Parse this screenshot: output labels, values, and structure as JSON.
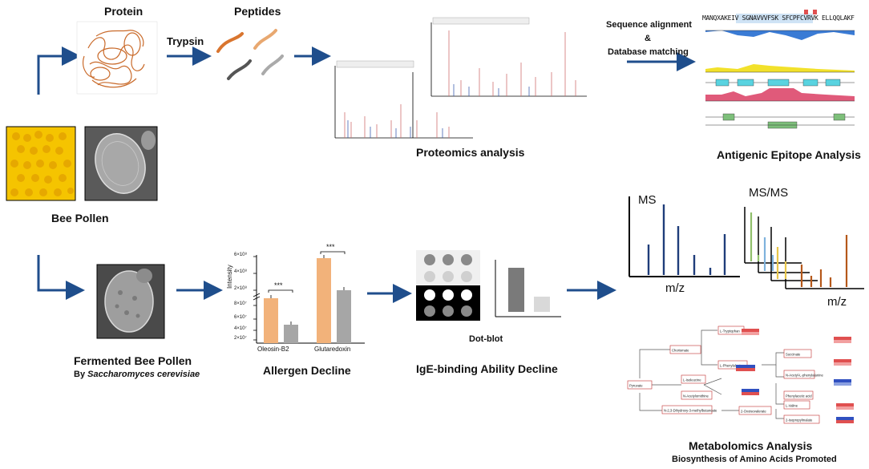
{
  "labels": {
    "protein": "Protein",
    "peptides": "Peptides",
    "trypsin": "Trypsin",
    "proteomics": "Proteomics analysis",
    "seq_align": "Sequence alignment",
    "amp": "&",
    "db_match": "Database matching",
    "epitope": "Antigenic Epitope Analysis",
    "bee_pollen": "Bee Pollen",
    "fermented": "Fermented Bee Pollen",
    "by_yeast_prefix": "By ",
    "by_yeast_species": "Saccharomyces cerevisiae",
    "allergen_decline": "Allergen Decline",
    "dotblot": "Dot-blot",
    "ige": "IgE-binding Ability Decline",
    "ms": "MS",
    "msms": "MS/MS",
    "mz1": "m/z",
    "mz2": "m/z",
    "metabolomics": "Metabolomics Analysis",
    "biosynthesis": "Biosynthesis of Amino Acids Promoted",
    "seq_text": "MANQXAKEIV SGNAVVVFSK SFCPFCVRVK ELLQQLAKF"
  },
  "chart_data": {
    "type": "bar",
    "categories": [
      "Oleosin-B2",
      "Glutaredoxin"
    ],
    "ylabel": "Intensity",
    "yticks": [
      "6×10⁸",
      "4×10⁸",
      "2×10⁸",
      "8×10⁷",
      "6×10⁷",
      "4×10⁷",
      "2×10⁷"
    ],
    "significance": [
      "***",
      "***"
    ],
    "colors": {
      "control": "#f2b27a",
      "fermented": "#a6a6a6"
    }
  },
  "metabolomics": {
    "nodes": [
      "Chorismate",
      "L-Tryptophan",
      "L-Phenylalanine",
      "Pyruvate",
      "L-Isoleucine",
      "N-Acetylornithine",
      "N-2,3-Dihydroxy-3-methylbutanoate",
      "2-Oxoisovalerate",
      "Succinate",
      "N-Acetyl-L-phenylalanine",
      "Phenylacetic acid",
      "L-Valine",
      "2-Isopropylmalate"
    ]
  },
  "colors": {
    "arrow": "#1f4e8c",
    "orange": "#f2b27a",
    "gray": "#a6a6a6",
    "ms_blue": "#1f3d7a",
    "ms_green": "#8fbf6a",
    "ms_lightblue": "#7fb2dd",
    "ms_yellow": "#e8c64a",
    "ms_brown": "#b5581a"
  }
}
